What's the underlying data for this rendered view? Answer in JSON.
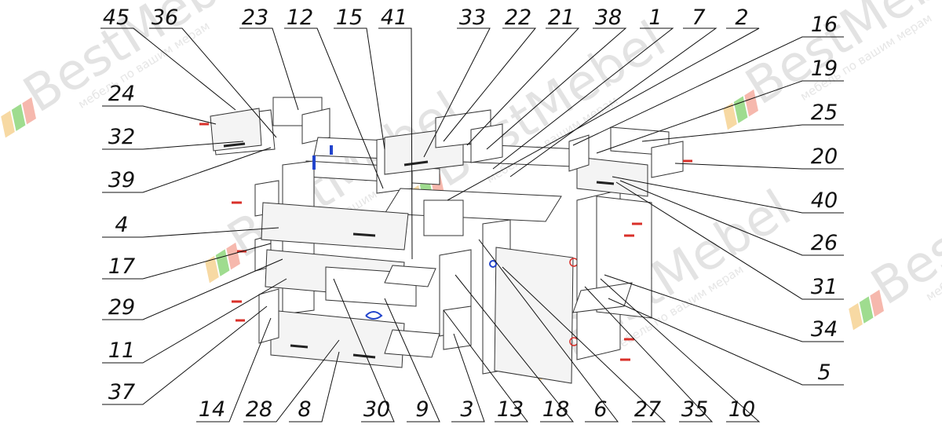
{
  "watermark": {
    "brand": "BestMebel",
    "tagline": "мебель по вашим мерам",
    "leaf_colors": [
      "#f7d9a3",
      "#9fdc8f",
      "#f6b8ad"
    ]
  },
  "callouts_top": [
    "45",
    "36",
    "23",
    "12",
    "15",
    "41",
    "33",
    "22",
    "21",
    "38",
    "1",
    "7",
    "2"
  ],
  "callouts_left": [
    "24",
    "32",
    "39",
    "4",
    "17",
    "29",
    "11",
    "37"
  ],
  "callouts_right": [
    "16",
    "19",
    "25",
    "20",
    "40",
    "26",
    "31",
    "34",
    "5"
  ],
  "callouts_bottom": [
    "14",
    "28",
    "8",
    "30",
    "9",
    "3",
    "13",
    "18",
    "6",
    "27",
    "35",
    "10"
  ],
  "colors": {
    "line": "#111111",
    "part_stroke": "#333333",
    "hardware": "#d9302a",
    "accent": "#2244cc"
  }
}
